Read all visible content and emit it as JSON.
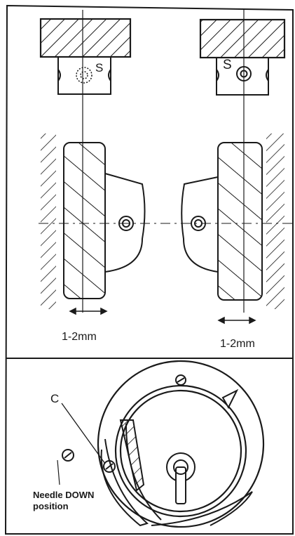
{
  "top_panel": {
    "mark_s_left": "S",
    "mark_s_right": "S",
    "dim_left": "1-2mm",
    "dim_right": "1-2mm"
  },
  "bottom_panel": {
    "mark_c": "C",
    "note_line1": "Needle DOWN",
    "note_line2": "position"
  }
}
